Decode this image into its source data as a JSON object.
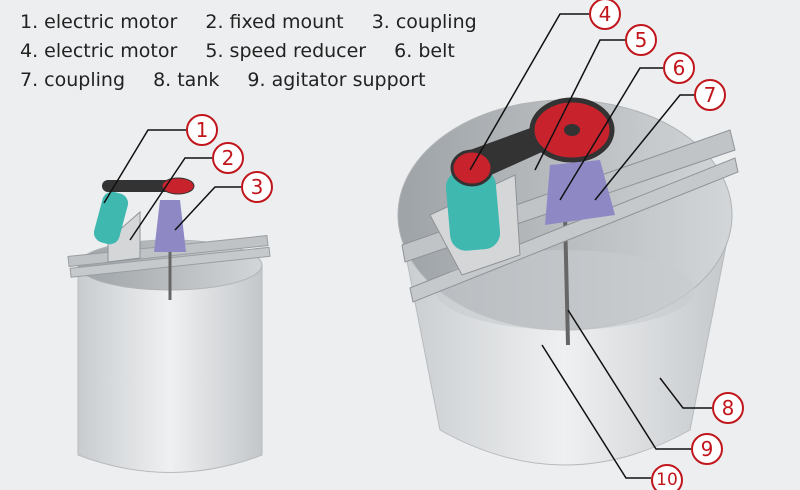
{
  "legend": {
    "rows": [
      [
        "1. electric motor",
        "2. fixed mount",
        "3. coupling"
      ],
      [
        "4. electric motor",
        "5. speed reducer",
        "6. belt"
      ],
      [
        "7. coupling",
        "8. tank",
        "9. agitator support"
      ]
    ]
  },
  "callouts": [
    "1",
    "2",
    "3",
    "4",
    "5",
    "6",
    "7",
    "8",
    "9",
    "10"
  ],
  "colors": {
    "callout": "#c0161c",
    "tank": "#d9dcde",
    "motor": "#3fb8b0",
    "pulley": "#c8232c",
    "mount": "#8e89c4"
  }
}
